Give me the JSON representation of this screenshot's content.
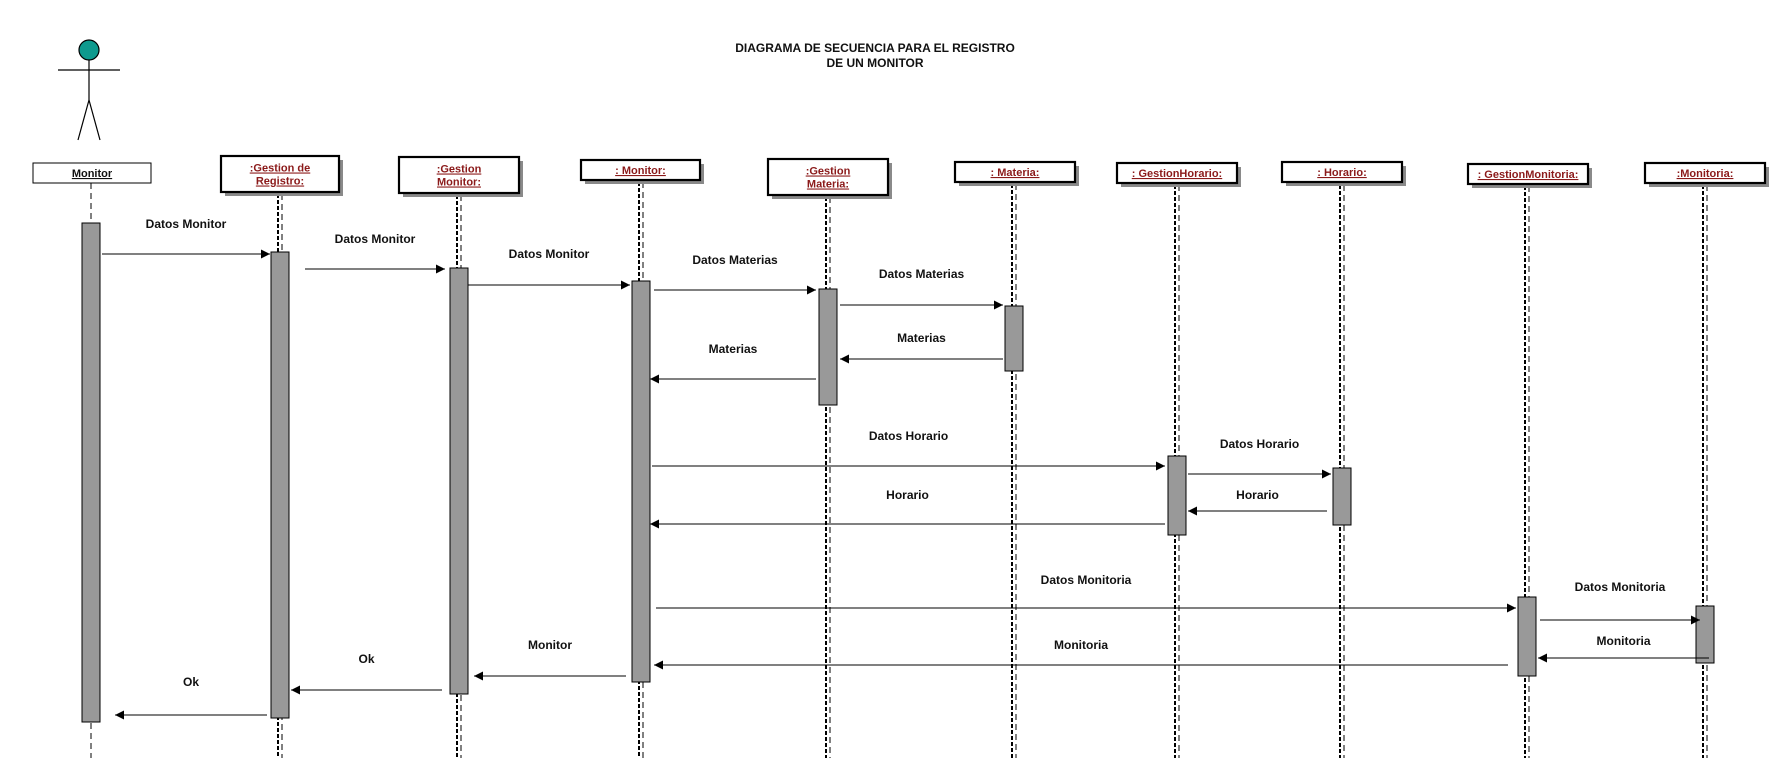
{
  "title": {
    "line1": "DIAGRAMA DE SECUENCIA PARA EL REGISTRO",
    "line2": "DE UN MONITOR"
  },
  "colors": {
    "actor_head": "#0e9a8e",
    "activation": "#999999",
    "object_label": "#8b1a1a",
    "line": "#000000"
  },
  "participants": [
    {
      "id": "p0",
      "kind": "actor",
      "lines": [
        "Monitor"
      ]
    },
    {
      "id": "p1",
      "kind": "object",
      "lines": [
        ":Gestion de",
        "Registro:"
      ]
    },
    {
      "id": "p2",
      "kind": "object",
      "lines": [
        ":Gestion",
        "Monitor:"
      ]
    },
    {
      "id": "p3",
      "kind": "object",
      "lines": [
        ": Monitor:"
      ]
    },
    {
      "id": "p4",
      "kind": "object",
      "lines": [
        ":Gestion",
        "Materia:"
      ]
    },
    {
      "id": "p5",
      "kind": "object",
      "lines": [
        ": Materia:"
      ]
    },
    {
      "id": "p6",
      "kind": "object",
      "lines": [
        ": GestionHorario:"
      ]
    },
    {
      "id": "p7",
      "kind": "object",
      "lines": [
        ": Horario:"
      ]
    },
    {
      "id": "p8",
      "kind": "object",
      "lines": [
        ": GestionMonitoria:"
      ]
    },
    {
      "id": "p9",
      "kind": "object",
      "lines": [
        ":Monitoria:"
      ]
    }
  ],
  "messages": [
    {
      "from": 0,
      "to": 1,
      "label": "Datos Monitor"
    },
    {
      "from": 1,
      "to": 2,
      "label": "Datos Monitor"
    },
    {
      "from": 2,
      "to": 3,
      "label": "Datos Monitor"
    },
    {
      "from": 3,
      "to": 4,
      "label": "Datos Materias"
    },
    {
      "from": 4,
      "to": 5,
      "label": "Datos Materias"
    },
    {
      "from": 5,
      "to": 4,
      "label": "Materias"
    },
    {
      "from": 4,
      "to": 3,
      "label": "Materias"
    },
    {
      "from": 3,
      "to": 6,
      "label": "Datos Horario"
    },
    {
      "from": 6,
      "to": 7,
      "label": "Datos Horario"
    },
    {
      "from": 7,
      "to": 6,
      "label": "Horario"
    },
    {
      "from": 6,
      "to": 3,
      "label": "Horario"
    },
    {
      "from": 3,
      "to": 8,
      "label": "Datos Monitoria"
    },
    {
      "from": 8,
      "to": 9,
      "label": "Datos Monitoria"
    },
    {
      "from": 9,
      "to": 8,
      "label": "Monitoria"
    },
    {
      "from": 8,
      "to": 3,
      "label": "Monitoria"
    },
    {
      "from": 3,
      "to": 2,
      "label": "Monitor"
    },
    {
      "from": 2,
      "to": 1,
      "label": "Ok"
    },
    {
      "from": 1,
      "to": 0,
      "label": "Ok"
    }
  ]
}
